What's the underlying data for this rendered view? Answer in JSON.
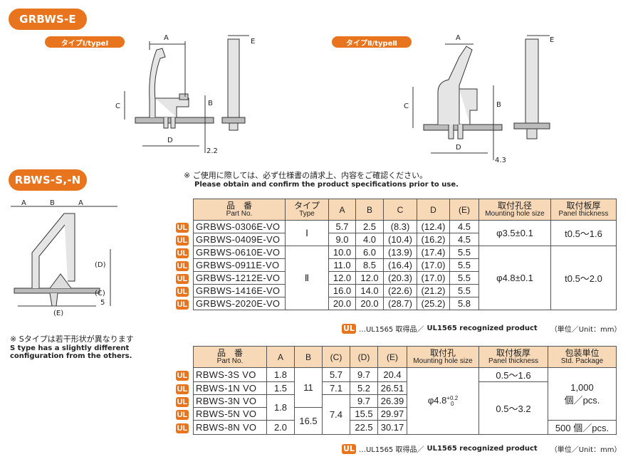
{
  "sections": {
    "grbws": "GRBWS-E",
    "rbws": "RBWS-S,-N",
    "type1": "タイプⅠ/typeⅠ",
    "type2": "タイプⅡ/typeⅡ"
  },
  "dims": {
    "a": "A",
    "b": "B",
    "c": "C",
    "d": "D",
    "e": "E",
    "paren_c": "(C)",
    "paren_d": "(D)",
    "paren_e": "(E)",
    "g1": "2.2",
    "g2": "4.3",
    "five": "5"
  },
  "notice": {
    "jp": "※ ご使用に際しては、必ず仕様書の請求上、内容をご確認ください。",
    "en": "Please obtain and confirm the product specifications prior to use."
  },
  "stype": {
    "jp": "※ Sタイプは若干形状が異なります",
    "en1": "S type has a slightly different",
    "en2": "configuration from the others."
  },
  "table1": {
    "headers": {
      "part_jp": "品　番",
      "part_en": "Part No.",
      "type_jp": "タイプ",
      "type_en": "Type",
      "a": "A",
      "b": "B",
      "c": "C",
      "d": "D",
      "e": "(E)",
      "hole_jp": "取付孔径",
      "hole_en": "Mounting hole size",
      "panel_jp": "取付板厚",
      "panel_en": "Panel thickness"
    },
    "rows": [
      {
        "ul": "UL",
        "part": "GRBWS-0306E-VO",
        "a": "5.7",
        "b": "2.5",
        "c": "(8.3)",
        "d": "(12.4)",
        "e": "4.5"
      },
      {
        "ul": "UL",
        "part": "GRBWS-0409E-VO",
        "a": "9.0",
        "b": "4.0",
        "c": "(10.4)",
        "d": "(16.2)",
        "e": "4.5"
      },
      {
        "ul": "UL",
        "part": "GRBWS-0610E-VO",
        "a": "10.0",
        "b": "6.0",
        "c": "(13.9)",
        "d": "(17.4)",
        "e": "5.5"
      },
      {
        "ul": "UL",
        "part": "GRBWS-0911E-VO",
        "a": "11.0",
        "b": "8.5",
        "c": "(16.4)",
        "d": "(17.0)",
        "e": "5.5"
      },
      {
        "ul": "UL",
        "part": "GRBWS-1212E-VO",
        "a": "12.0",
        "b": "12.0",
        "c": "(20.3)",
        "d": "(17.0)",
        "e": "5.5"
      },
      {
        "ul": "UL",
        "part": "GRBWS-1416E-VO",
        "a": "16.0",
        "b": "14.0",
        "c": "(22.6)",
        "d": "(21.2)",
        "e": "5.5"
      },
      {
        "ul": "UL",
        "part": "GRBWS-2020E-VO",
        "a": "20.0",
        "b": "20.0",
        "c": "(28.7)",
        "d": "(25.2)",
        "e": "5.8"
      }
    ],
    "type_1": "Ⅰ",
    "type_2": "Ⅱ",
    "hole_1": "φ3.5±0.1",
    "hole_2": "φ4.8±0.1",
    "panel_1": "t0.5～1.6",
    "panel_2": "t0.5～2.0"
  },
  "table2": {
    "headers": {
      "part_jp": "品　番",
      "part_en": "Part No.",
      "a": "A",
      "b": "B",
      "c": "(C)",
      "d": "(D)",
      "e": "(E)",
      "hole_jp": "取付孔",
      "hole_en": "Mounting hole size",
      "panel_jp": "取付板厚",
      "panel_en": "Panel thickness",
      "pkg_jp": "包装単位",
      "pkg_en": "Std. Package"
    },
    "rows": [
      {
        "ul": "UL",
        "part": "RBWS-3S VO",
        "a": "1.8",
        "c": "5.7",
        "d": "9.7",
        "e": "20.4"
      },
      {
        "ul": "UL",
        "part": "RBWS-1N VO",
        "a": "1.5",
        "c": "7.1",
        "d": "5.2",
        "e": "26.51"
      },
      {
        "ul": "UL",
        "part": "RBWS-3N VO",
        "d": "9.7",
        "e": "26.39"
      },
      {
        "ul": "UL",
        "part": "RBWS-5N VO",
        "d": "15.5",
        "e": "29.97"
      },
      {
        "ul": "UL",
        "part": "RBWS-8N VO",
        "a": "2.0",
        "d": "22.5",
        "e": "30.17"
      }
    ],
    "a_merged": "1.8",
    "b_11": "11",
    "b_165": "16.5",
    "c_74": "7.4",
    "hole": "φ4.8",
    "hole_tol_plus": "+0.2",
    "hole_tol_minus": "0",
    "panel_1": "0.5～1.6",
    "panel_2": "0.5～3.2",
    "pkg_1": "1,000",
    "pkg_1b": "個／pcs.",
    "pkg_2": "500 個／pcs."
  },
  "ul_note": {
    "badge": "UL",
    "jp": "…UL1565 取得品／",
    "en": "UL1565 recognized product",
    "unit": "（単位／Unit：mm）"
  }
}
